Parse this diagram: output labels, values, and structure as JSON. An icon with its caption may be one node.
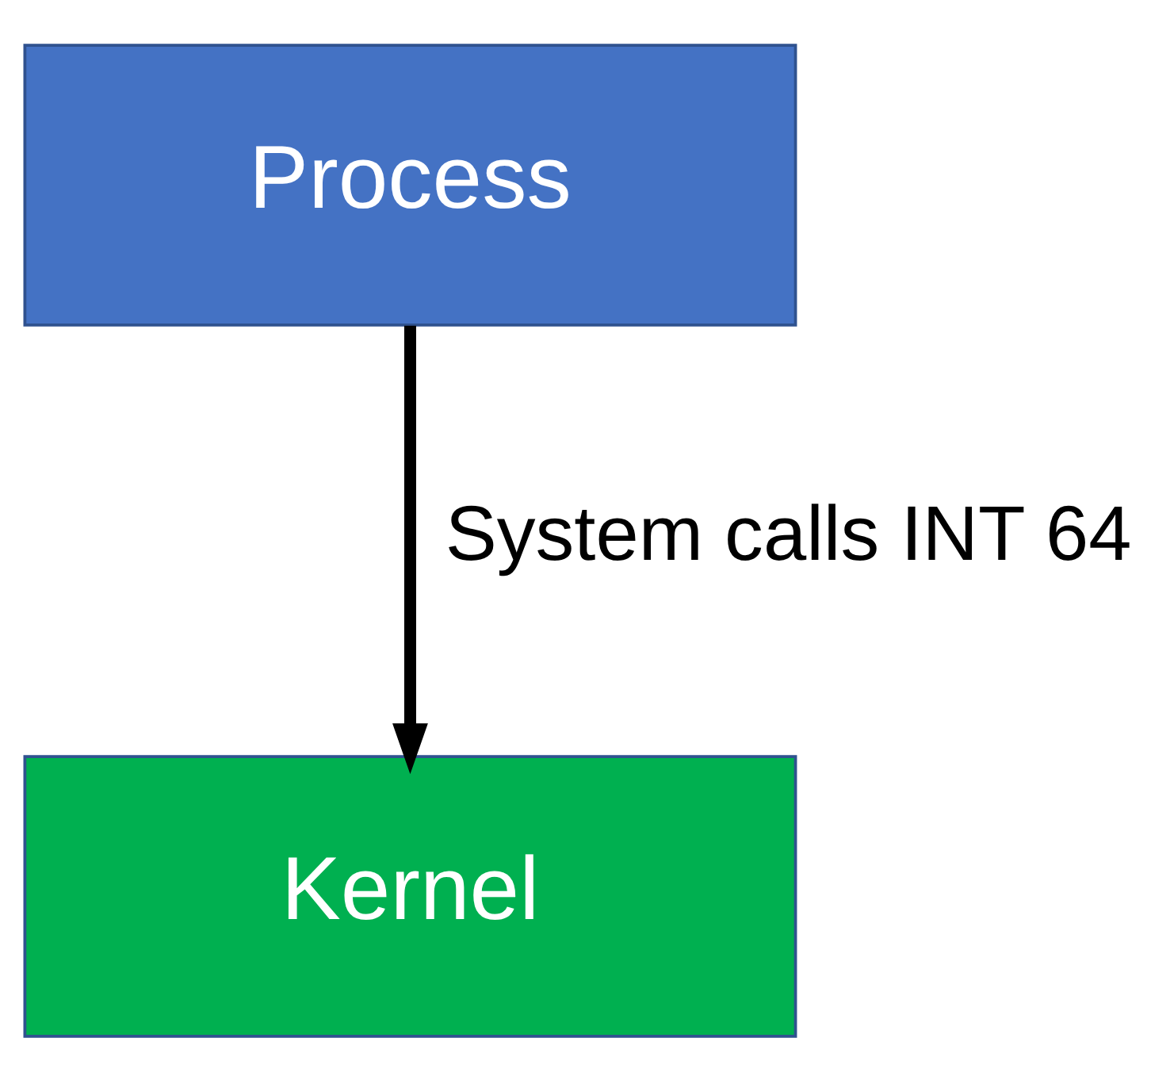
{
  "diagram": {
    "nodes": [
      {
        "text": [
          "Process"
        ]
      },
      {
        "text": [
          "Kernel"
        ]
      }
    ],
    "edges": [
      {
        "from": 0,
        "to": 1,
        "arrow": "to",
        "label": "System calls INT 64"
      }
    ]
  }
}
